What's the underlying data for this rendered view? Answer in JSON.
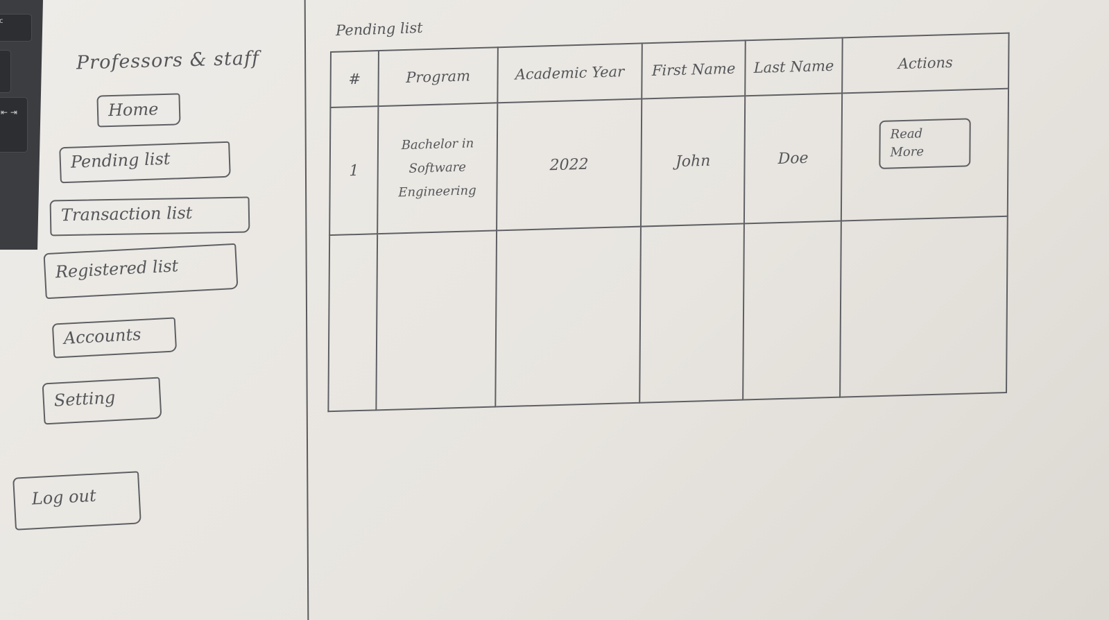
{
  "keyboard": {
    "esc_label": "c",
    "tab_label": "⇤ ⇥"
  },
  "sidebar": {
    "title": "Professors & staff",
    "items": [
      {
        "label": "Home"
      },
      {
        "label": "Pending list"
      },
      {
        "label": "Transaction list"
      },
      {
        "label": "Registered list"
      },
      {
        "label": "Accounts"
      },
      {
        "label": "Setting"
      }
    ],
    "logout_label": "Log out"
  },
  "main": {
    "title": "Pending list",
    "table": {
      "headers": [
        "#",
        "Program",
        "Academic Year",
        "First Name",
        "Last Name",
        "Actions"
      ],
      "rows": [
        {
          "num": "1",
          "program": "Bachelor in Software Engineering",
          "academic_year": "2022",
          "first_name": "John",
          "last_name": "Doe",
          "action_label": "Read More"
        }
      ]
    }
  }
}
